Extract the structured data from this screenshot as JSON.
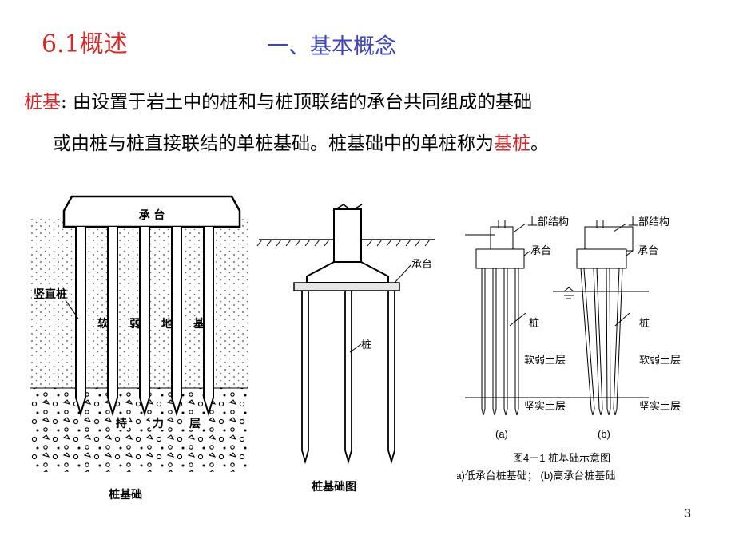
{
  "heading": {
    "section": "6.1概述",
    "topic": "一、基本概念"
  },
  "definition": {
    "term": "桩基",
    "colon": ":",
    "line1_rest": "由设置于岩土中的桩和与桩顶联结的承台共同组成的基础",
    "line2_main": "或由桩与桩直接联结的单桩基础。桩基础中的单桩称为",
    "line2_term": "基桩",
    "line2_end": "。"
  },
  "figure1": {
    "cap_label": "承 台",
    "pile_label": "竖直桩",
    "soft_soil": [
      "软",
      "弱",
      "地",
      "基"
    ],
    "bearing": [
      "持",
      "力",
      "层"
    ],
    "caption": "桩基础"
  },
  "figure2": {
    "cap_label": "承台",
    "pile_label": "桩",
    "caption": "桩基础图"
  },
  "figure3": {
    "super_a": "上部结构",
    "cap_a": "承台",
    "pile_a": "桩",
    "soft_a": "软弱土层",
    "hard_a": "坚实土层",
    "tag_a": "(a)",
    "super_b": "上部结构",
    "cap_b": "承台",
    "pile_b": "桩",
    "soft_b": "软弱土层",
    "hard_b": "坚实土层",
    "tag_b": "(b)",
    "caption": "图4－1 桩基础示意图",
    "subcaption": "(a)低承台桩基础；  (b)高承台桩基础"
  },
  "page_number": "3"
}
